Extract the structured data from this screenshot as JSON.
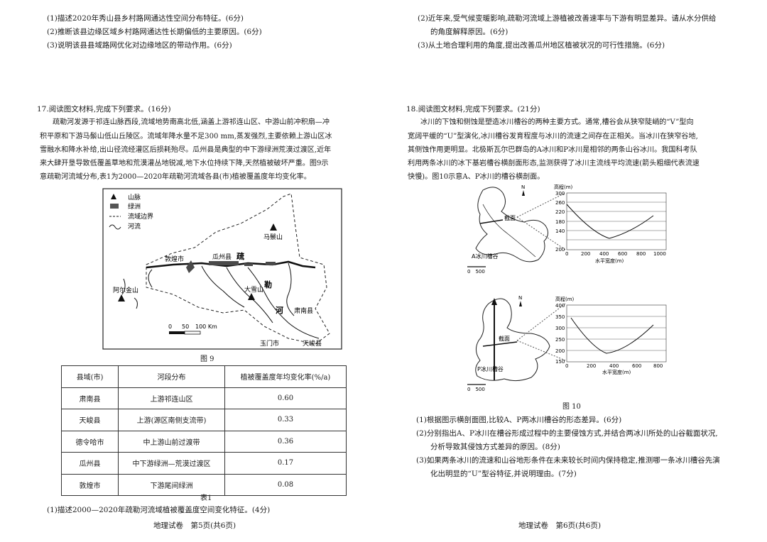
{
  "left_page": {
    "prev_questions": [
      "(1)描述2020年秀山县乡村路网通达性空间分布特征。(6分)",
      "(2)推断该县边缘区域乡村路网通达性长期偏低的主要原因。(6分)",
      "(3)说明该县县域路网优化对边缘地区的带动作用。(6分)"
    ],
    "q17_title": "17.阅读图文材料,完成下列要求。(16分)",
    "q17_body_lines": [
      "疏勒河发源于祁连山脉西段,流域地势南高北低,涵盖上游祁连山区、中游山前冲积扇—冲",
      "积平原和下游马鬃山低山丘陵区。流域年降水量不足300 mm,蒸发强烈,主要依赖上游山区冰",
      "雪融水和降水补给,出山径流经灌区后损耗殆尽。瓜州县是典型的中下游绿洲荒漠过渡区,近年",
      "来大肆开垦导致低覆盖草地和荒漠灌丛地锐减,地下水位持续下降,天然植被破坏严重。图9示",
      "意疏勒河流域分布,表1为2000—2020年疏勒河流域各县(市)植被覆盖度年均变化率。"
    ],
    "map_legend": [
      "山脉",
      "绿洲",
      "流域边界",
      "河流"
    ],
    "map_labels": {
      "mazongshan": "马鬃山",
      "dunhuang": "敦煌市",
      "guazhou": "瓜州县",
      "shu": "疏",
      "le": "勒",
      "he": "河",
      "aerjinshan": "阿尔金山",
      "daxueshan": "大雪山",
      "sunan": "肃南县",
      "yumen": "玉门市",
      "tianjun": "天峻县",
      "scale_0": "0",
      "scale_50": "50",
      "scale_100": "100 Km"
    },
    "fig9_caption": "图 9",
    "table": {
      "headers": [
        "县域(市)",
        "河段分布",
        "植被覆盖度年均变化率(%/a)"
      ],
      "rows": [
        [
          "肃南县",
          "上游祁连山区",
          "0.60"
        ],
        [
          "天峻县",
          "上游(源区南侧支流带)",
          "0.33"
        ],
        [
          "德令哈市",
          "中上游山前过渡带",
          "0.36"
        ],
        [
          "瓜州县",
          "中下游绿洲—荒漠过渡区",
          "0.17"
        ],
        [
          "敦煌市",
          "下游尾间绿洲",
          "0.08"
        ]
      ]
    },
    "table_caption": "表1",
    "q17_sub1": "(1)描述2000—2020年疏勒河流域植被覆盖度空间变化特征。(4分)",
    "footer": "地理试卷　第5页(共6页)"
  },
  "right_page": {
    "prev_q2_line1": "(2)近年来,受气候变暖影响,疏勒河流域上游植被改善速率与下游有明显差异。请从水分供给",
    "prev_q2_line2": "的角度解释原因。(6分)",
    "prev_q3": "(3)从土地合理利用的角度,提出改善瓜州地区植被状况的可行性措施。(6分)",
    "q18_title": "18.阅读图文材料,完成下列要求。(21分)",
    "q18_body_lines": [
      "冰川的下蚀和侧蚀是塑造冰川槽谷的两种主要方式。通常,槽谷会从狭窄陡峭的“V”型向",
      "宽阔平缓的“U”型演化,冰川槽谷发育程度与冰川的流速之间存在正相关。当冰川在狭窄谷地,",
      "其侧蚀作用更明显。北极斯瓦尔巴群岛的A冰川和P冰川是相邻的两条山谷冰川。我国科考队",
      "利用两条冰川的冰下基岩槽谷横剖面形态,监测获得了冰川主流线平均流速(箭头粗细代表流速",
      "快慢)。图10示意A、P冰川的槽谷横剖面。"
    ],
    "fig_a": {
      "section_label": "截面",
      "glacier_label": "A冰川槽谷",
      "north": "N",
      "scale": "0　500",
      "ylabel": "高程(m)",
      "xlabel": "水平宽度(m)",
      "yticks": [
        "300",
        "260",
        "220",
        "180",
        "140",
        "200"
      ],
      "xticks": [
        "0",
        "200",
        "400",
        "600",
        "800",
        "1000"
      ]
    },
    "fig_p": {
      "section_label": "截面",
      "glacier_label": "P冰川槽谷",
      "north": "N",
      "scale": "0　500",
      "ylabel": "高程(m)",
      "xlabel": "水平宽度(m)",
      "yticks": [
        "400",
        "350",
        "300",
        "250",
        "200",
        "150"
      ],
      "xticks": [
        "0",
        "200",
        "400",
        "600",
        "800"
      ]
    },
    "fig10_caption": "图 10",
    "q18_sub1": "(1)根据图示横剖面图,比较A、P两冰川槽谷的形态差异。(6分)",
    "q18_sub2_line1": "(2)分别指出A、P冰川在槽谷形成过程中的主要侵蚀方式,并结合两冰川所处的山谷截面状况,",
    "q18_sub2_line2": "分析导致其侵蚀方式差异的原因。(8分)",
    "q18_sub3_line1": "(3)如果两条冰川的流速和山谷地形条件在未来较长时间内保持稳定,推测哪一条冰川槽谷先演",
    "q18_sub3_line2": "化出明显的“U”型谷特征,并说明理由。(7分)",
    "footer": "地理试卷　第6页(共6页)"
  }
}
